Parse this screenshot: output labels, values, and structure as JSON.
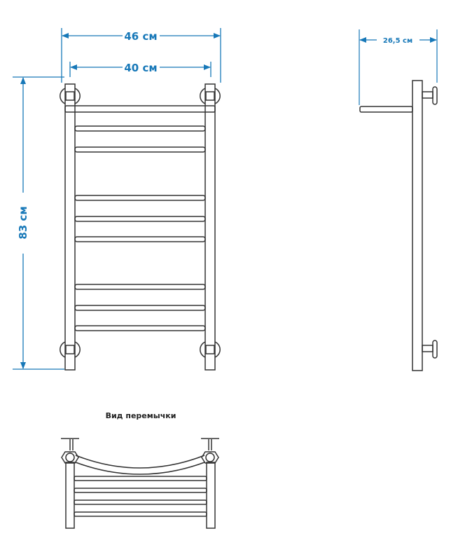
{
  "colors": {
    "dimension": "#1778b8",
    "outline": "#333333",
    "background": "#ffffff"
  },
  "labels": {
    "width_outer": "46 см",
    "width_inner": "40 см",
    "height": "83 см",
    "depth": "26,5 см",
    "section_title": "Вид перемычки"
  }
}
